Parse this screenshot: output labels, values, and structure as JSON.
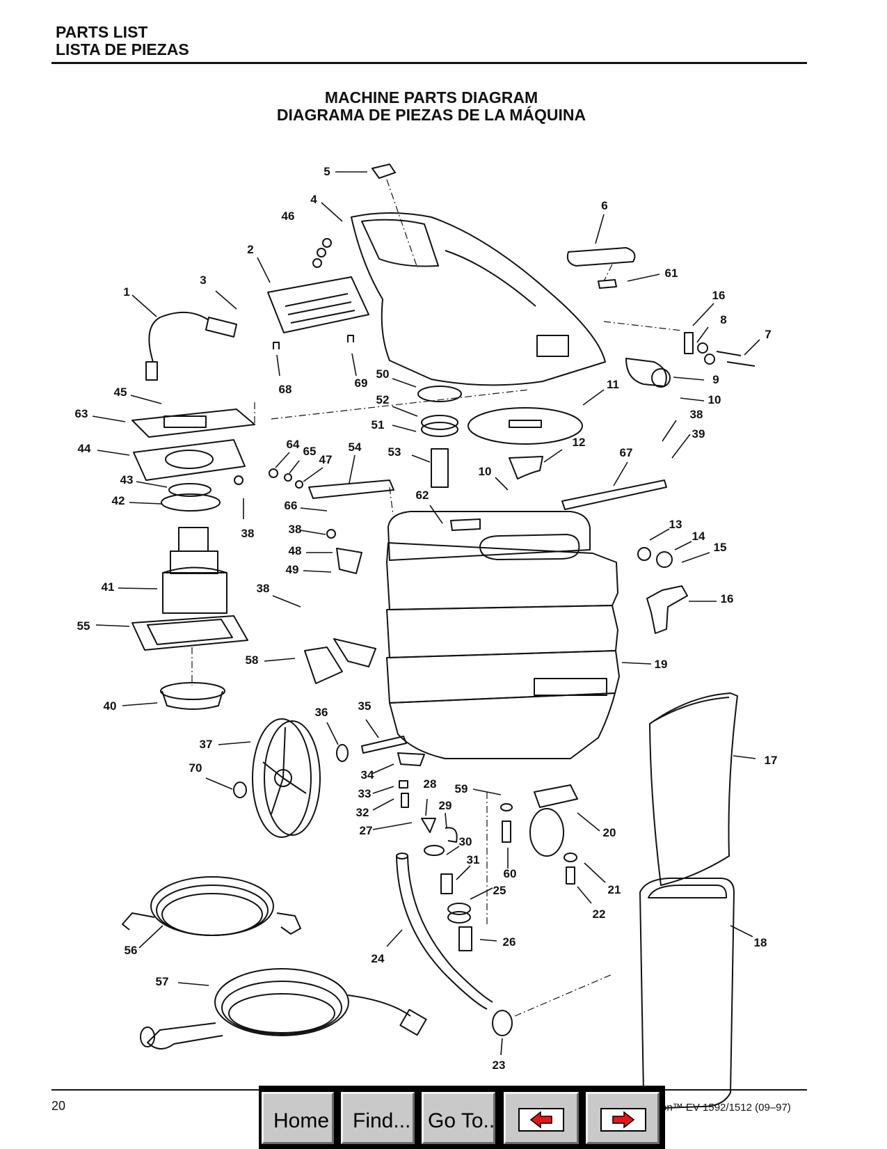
{
  "header": {
    "line1": "PARTS LIST",
    "line2": "LISTA DE PIEZAS"
  },
  "title": {
    "line1": "MACHINE PARTS DIAGRAM",
    "line2": "DIAGRAMA DE PIEZAS DE LA MÁQUINA"
  },
  "callouts": [
    "5",
    "4",
    "46",
    "6",
    "2",
    "3",
    "61",
    "1",
    "16",
    "8",
    "7",
    "9",
    "68",
    "69",
    "50",
    "11",
    "10",
    "45",
    "52",
    "38",
    "63",
    "51",
    "39",
    "64",
    "65",
    "47",
    "54",
    "53",
    "12",
    "67",
    "44",
    "43",
    "10",
    "62",
    "42",
    "66",
    "38",
    "13",
    "38",
    "14",
    "15",
    "48",
    "49",
    "41",
    "38",
    "16",
    "55",
    "58",
    "19",
    "40",
    "36",
    "35",
    "17",
    "37",
    "70",
    "34",
    "28",
    "59",
    "33",
    "32",
    "29",
    "20",
    "27",
    "30",
    "31",
    "60",
    "21",
    "25",
    "22",
    "56",
    "26",
    "24",
    "18",
    "57",
    "23"
  ],
  "footer": {
    "page_number": "20",
    "reference": "on™  EV 1592/1512  (09–97)"
  },
  "nav": {
    "home": "Home",
    "find": "Find...",
    "goto": "Go To..",
    "prev_icon": "red-left-arrow-icon",
    "next_icon": "red-right-arrow-icon",
    "arrow_color": "#e8141b"
  }
}
